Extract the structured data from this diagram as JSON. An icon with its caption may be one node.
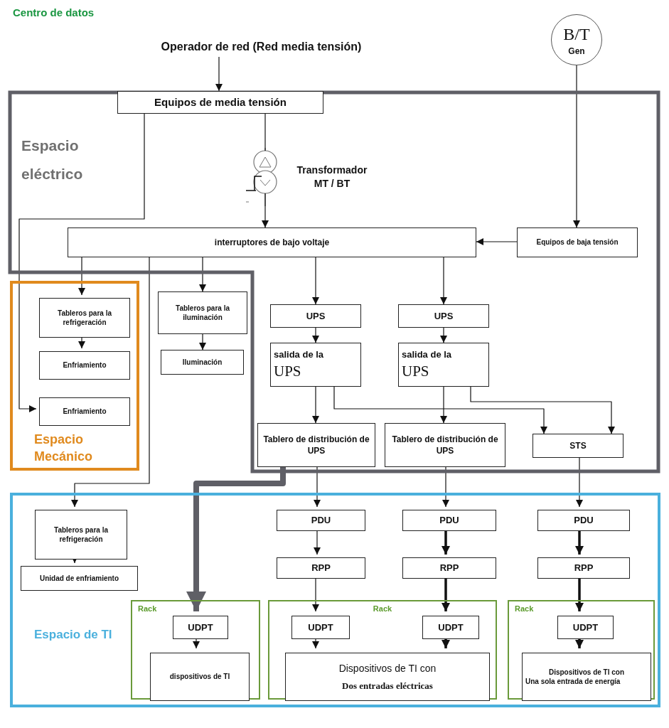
{
  "diagram": {
    "title": "Centro de datos",
    "nodes": [
      {
        "text": [
          "Espacio eléctrico"
        ]
      },
      {
        "text": [
          "Operador de red (Red media tensión)"
        ]
      },
      {
        "text": [
          "Equipos de media tensión"
        ],
        "in": 0
      },
      {
        "text": [
          "Transformador MT / BT"
        ],
        "in": 0
      },
      {
        "text": [
          "B/T",
          "Gen"
        ]
      },
      {
        "text": [
          "interruptores de bajo voltaje"
        ],
        "in": 0
      },
      {
        "text": [
          "Equipos de baja tensión"
        ],
        "in": 0
      },
      {
        "text": [
          "Espacio Mecánico"
        ]
      },
      {
        "text": [
          "Tableros para la refrigeración"
        ],
        "in": 7
      },
      {
        "text": [
          "Enfriamiento"
        ],
        "in": 7
      },
      {
        "text": [
          "Enfriamiento"
        ],
        "in": 7
      },
      {
        "text": [
          "Tableros para la iluminación"
        ]
      },
      {
        "text": [
          "Iluminación"
        ]
      },
      {
        "text": [
          "UPS"
        ],
        "in": 0
      },
      {
        "text": [
          "salida de la",
          "UPS"
        ],
        "in": 0
      },
      {
        "text": [
          "UPS"
        ],
        "in": 0
      },
      {
        "text": [
          "salida de la",
          "UPS"
        ],
        "in": 0
      },
      {
        "text": [
          "Tablero de distribución de UPS"
        ],
        "in": 0
      },
      {
        "text": [
          "Tablero de distribución de UPS"
        ],
        "in": 0
      },
      {
        "text": [
          "STS"
        ],
        "in": 0
      },
      {
        "text": [
          "Espacio de TI"
        ]
      },
      {
        "text": [
          "Tableros para la refrigeración"
        ],
        "in": 20
      },
      {
        "text": [
          "Unidad de enfriamiento"
        ],
        "in": 20
      },
      {
        "text": [
          "PDU"
        ],
        "in": 20
      },
      {
        "text": [
          "PDU"
        ],
        "in": 20
      },
      {
        "text": [
          "PDU"
        ],
        "in": 20
      },
      {
        "text": [
          "RPP"
        ],
        "in": 20
      },
      {
        "text": [
          "RPP"
        ],
        "in": 20
      },
      {
        "text": [
          "RPP"
        ],
        "in": 20
      },
      {
        "text": [
          "Rack"
        ],
        "in": 20
      },
      {
        "text": [
          "UDPT"
        ],
        "in": 29
      },
      {
        "text": [
          "dispositivos de TI"
        ],
        "in": 29
      },
      {
        "text": [
          "Rack"
        ],
        "in": 20
      },
      {
        "text": [
          "UDPT"
        ],
        "in": 32
      },
      {
        "text": [
          "UDPT"
        ],
        "in": 32
      },
      {
        "text": [
          "Dispositivos de TI con",
          "Dos entradas eléctricas"
        ],
        "in": 32
      },
      {
        "text": [
          "Rack"
        ],
        "in": 20
      },
      {
        "text": [
          "UDPT"
        ],
        "in": 36
      },
      {
        "text": [
          "Dispositivos de TI con",
          "Una sola entrada de energía"
        ],
        "in": 36
      }
    ],
    "edges": [
      {
        "from": 1,
        "to": 2,
        "arrow": "to"
      },
      {
        "from": 2,
        "to": 3,
        "arrow": "none"
      },
      {
        "from": 3,
        "to": 5,
        "arrow": "to"
      },
      {
        "from": 4,
        "to": 6,
        "arrow": "to"
      },
      {
        "from": 6,
        "to": 5,
        "arrow": "to"
      },
      {
        "from": 2,
        "to": 10,
        "arrow": "to"
      },
      {
        "from": 5,
        "to": 8,
        "arrow": "to"
      },
      {
        "from": 8,
        "to": 9,
        "arrow": "to"
      },
      {
        "from": 5,
        "to": 21,
        "arrow": "to"
      },
      {
        "from": 5,
        "to": 11,
        "arrow": "to"
      },
      {
        "from": 11,
        "to": 12,
        "arrow": "to"
      },
      {
        "from": 5,
        "to": 13,
        "arrow": "to"
      },
      {
        "from": 5,
        "to": 15,
        "arrow": "to"
      },
      {
        "from": 13,
        "to": 14,
        "arrow": "to"
      },
      {
        "from": 15,
        "to": 16,
        "arrow": "to"
      },
      {
        "from": 14,
        "to": 17,
        "arrow": "to"
      },
      {
        "from": 14,
        "to": 19,
        "arrow": "to"
      },
      {
        "from": 16,
        "to": 18,
        "arrow": "to"
      },
      {
        "from": 16,
        "to": 19,
        "arrow": "to"
      },
      {
        "from": 17,
        "to": 30,
        "arrow": "to",
        "style": "thick",
        "color": "#5f5f66"
      },
      {
        "from": 17,
        "to": 23,
        "arrow": "to"
      },
      {
        "from": 18,
        "to": 24,
        "arrow": "to"
      },
      {
        "from": 19,
        "to": 25,
        "arrow": "to"
      },
      {
        "from": 21,
        "to": 22,
        "arrow": "to"
      },
      {
        "from": 23,
        "to": 26,
        "arrow": "to"
      },
      {
        "from": 24,
        "to": 27,
        "arrow": "to",
        "style": "thick"
      },
      {
        "from": 25,
        "to": 28,
        "arrow": "to",
        "style": "thick"
      },
      {
        "from": 26,
        "to": 33,
        "arrow": "to"
      },
      {
        "from": 27,
        "to": 34,
        "arrow": "to",
        "style": "thick"
      },
      {
        "from": 28,
        "to": 37,
        "arrow": "to",
        "style": "thick"
      },
      {
        "from": 30,
        "to": 31,
        "arrow": "to"
      },
      {
        "from": 33,
        "to": 35,
        "arrow": "to"
      },
      {
        "from": 34,
        "to": 35,
        "arrow": "to",
        "style": "thick"
      },
      {
        "from": 37,
        "to": 38,
        "arrow": "to",
        "style": "thick"
      }
    ]
  }
}
